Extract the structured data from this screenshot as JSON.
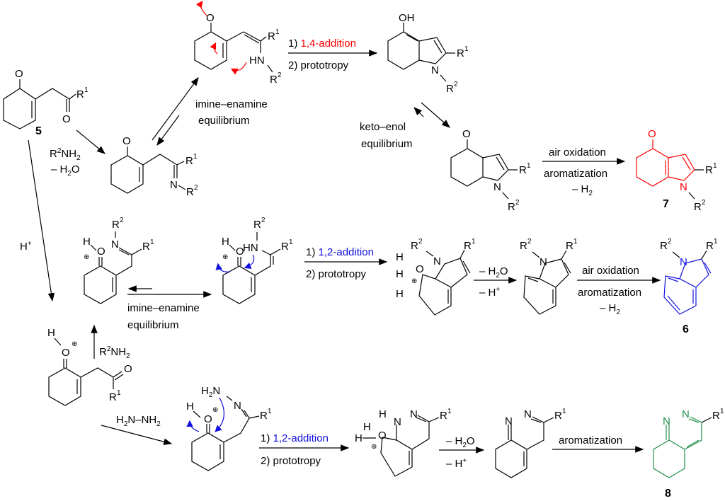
{
  "scheme": {
    "colors": {
      "path_14_addition": "#ff0000",
      "path_12_addition": "#1010e0",
      "path_hydrazine": "#1f8f4a"
    },
    "compounds": {
      "c5": "5",
      "c6": "6",
      "c7": "7",
      "c8": "8"
    },
    "atoms": {
      "O": "O",
      "OH": "OH",
      "R": "R",
      "N": "N",
      "HN": "HN",
      "H": "H",
      "H2N": "H",
      "plus": "+",
      "one": "1",
      "two": "2"
    },
    "conditions": {
      "top_step1_num": "1) ",
      "top_step1": "1,4-addition",
      "top_step2": "2) prototropy",
      "imine_enamine_1": "imine–enamine",
      "imine_enamine_2": "equilibrium",
      "keto_enol_1": "keto–enol",
      "keto_enol_2": "equilibrium",
      "air_oxidation": "air oxidation",
      "aromatization": "aromatization",
      "minus_h2": "– H",
      "r2nh2": "R",
      "r2nh2_tail": "NH",
      "minus_h2o": "– H",
      "minus_h2o_tail": "O",
      "h_plus": "H",
      "mid_step1_num": "1) ",
      "mid_step1": "1,2-addition",
      "mid_step2": "2) prototropy",
      "minus_hplus": "– H",
      "hydrazine": "H",
      "hydrazine_mid": "N–NH",
      "bot_step1_num": "1) ",
      "bot_step1": "1,2-addition",
      "bot_step2": "2) prototropy",
      "aromatization_only": "aromatization"
    }
  }
}
